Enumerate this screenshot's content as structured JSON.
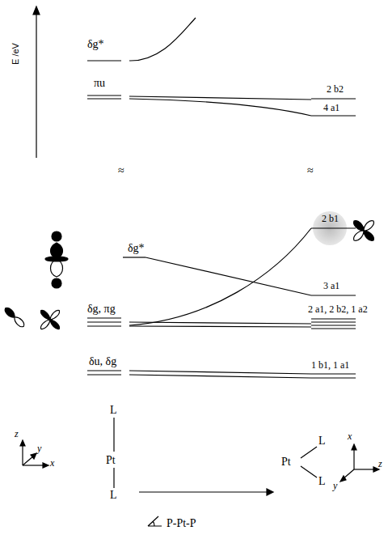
{
  "diagram": {
    "labels": [
      "E /eV",
      "δg*",
      "πu",
      "2 b2",
      "4 a1",
      "≈",
      "≈",
      "2 b1",
      "δg*",
      "3 a1",
      "δg, πg",
      "2 a1, 2 b2, 1 a2",
      "δu, δg",
      "1 b1, 1 a1",
      "z",
      "y",
      "x",
      "L",
      "Pt",
      "L",
      "Pt",
      "L",
      "L",
      "x",
      "y",
      "z",
      "P-Pt-P"
    ]
  }
}
